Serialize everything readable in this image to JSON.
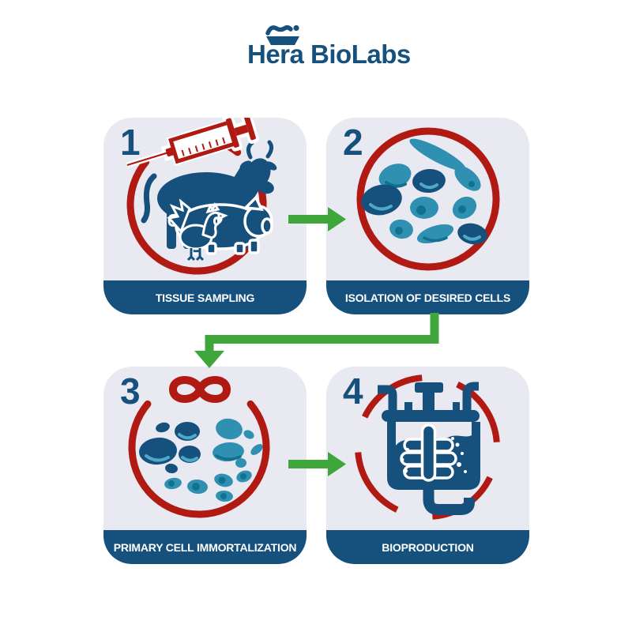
{
  "header": {
    "brand": "Hera BioLabs",
    "icon": "crown"
  },
  "colors": {
    "navy": "#16507c",
    "red": "#b11a12",
    "teal": "#2f90b2",
    "teal_dark": "#11718f",
    "green": "#3ea63a",
    "panel_background": "#e9e9f1",
    "page_background": "#ffffff",
    "label_text": "#ffffff"
  },
  "steps": [
    {
      "number": "1",
      "label": "TISSUE SAMPLING",
      "icon": "farm-animals-and-syringe"
    },
    {
      "number": "2",
      "label": "ISOLATION OF DESIRED CELLS",
      "icon": "isolated-cells-in-circle"
    },
    {
      "number": "3",
      "label": "PRIMARY CELL IMMORTALIZATION",
      "icon": "infinity-symbol-over-cells"
    },
    {
      "number": "4",
      "label": "BIOPRODUCTION",
      "icon": "bioreactor-tank"
    }
  ],
  "flow": {
    "color": "#3ea63a",
    "arrows": [
      {
        "from": "1",
        "to": "2",
        "shape": "straight-right"
      },
      {
        "from": "2",
        "to": "3",
        "shape": "elbow-down-left"
      },
      {
        "from": "3",
        "to": "4",
        "shape": "straight-right"
      }
    ]
  }
}
